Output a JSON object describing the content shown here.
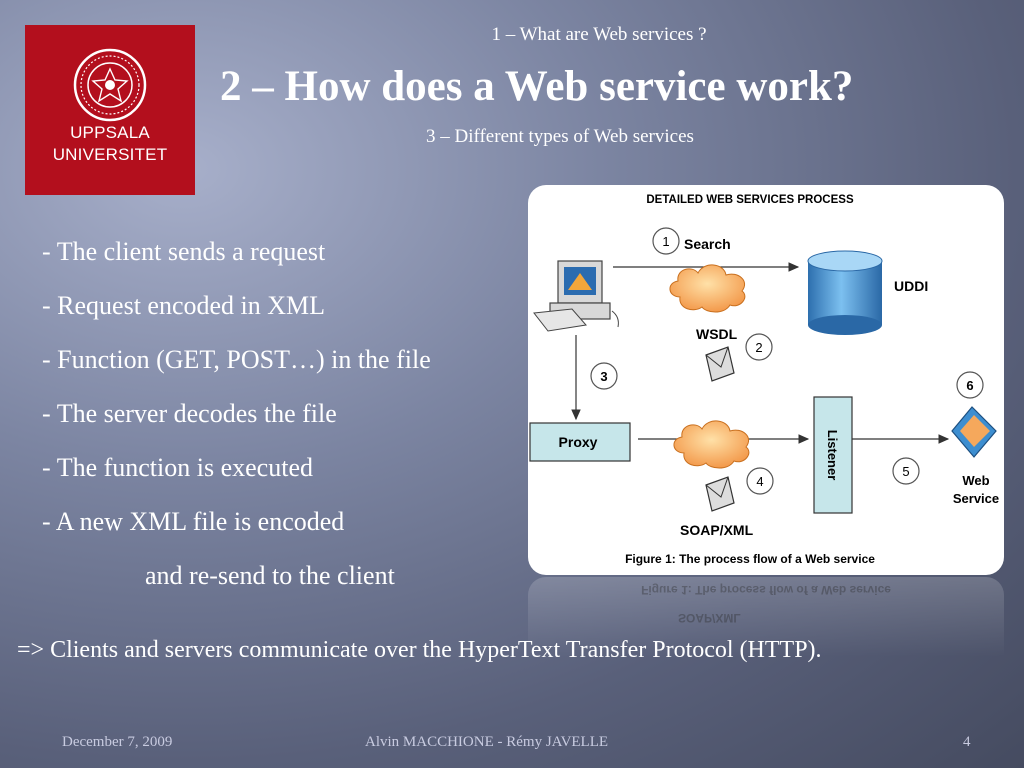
{
  "logo": {
    "line1": "UPPSALA",
    "line2": "UNIVERSITET"
  },
  "toc": {
    "item1": "1 – What are Web services ?",
    "current": "2 – How does a Web service work?",
    "item3": "3 – Different types of Web services"
  },
  "bullets": [
    "- The client sends a request",
    "- Request encoded in XML",
    "- Function (GET, POST…) in the file",
    "- The server decodes the file",
    "- The function is executed",
    "- A new XML file is encoded",
    "and re-send to the client"
  ],
  "conclusion": "=> Clients and servers communicate over the HyperText Transfer Protocol (HTTP).",
  "figure": {
    "header": "DETAILED WEB SERVICES PROCESS",
    "search_label": "Search",
    "uddi_label": "UDDI",
    "wsdl_label": "WSDL",
    "proxy_label": "Proxy",
    "listener_label": "Listener",
    "web_label": "Web",
    "service_label": "Service",
    "soap_label": "SOAP/XML",
    "caption": "Figure 1: The process flow of a Web service",
    "step_numbers": [
      "1",
      "2",
      "3",
      "4",
      "5",
      "6"
    ]
  },
  "footer": {
    "date": "December 7, 2009",
    "author": "Alvin MACCHIONE - Rémy JAVELLE",
    "page": "4"
  },
  "colors": {
    "logo_red": "#b30f1d",
    "proxy_fill": "#c6e6ea",
    "uddi_blue": "#3d8ed0",
    "cloud_orange": "#f5a85c"
  }
}
